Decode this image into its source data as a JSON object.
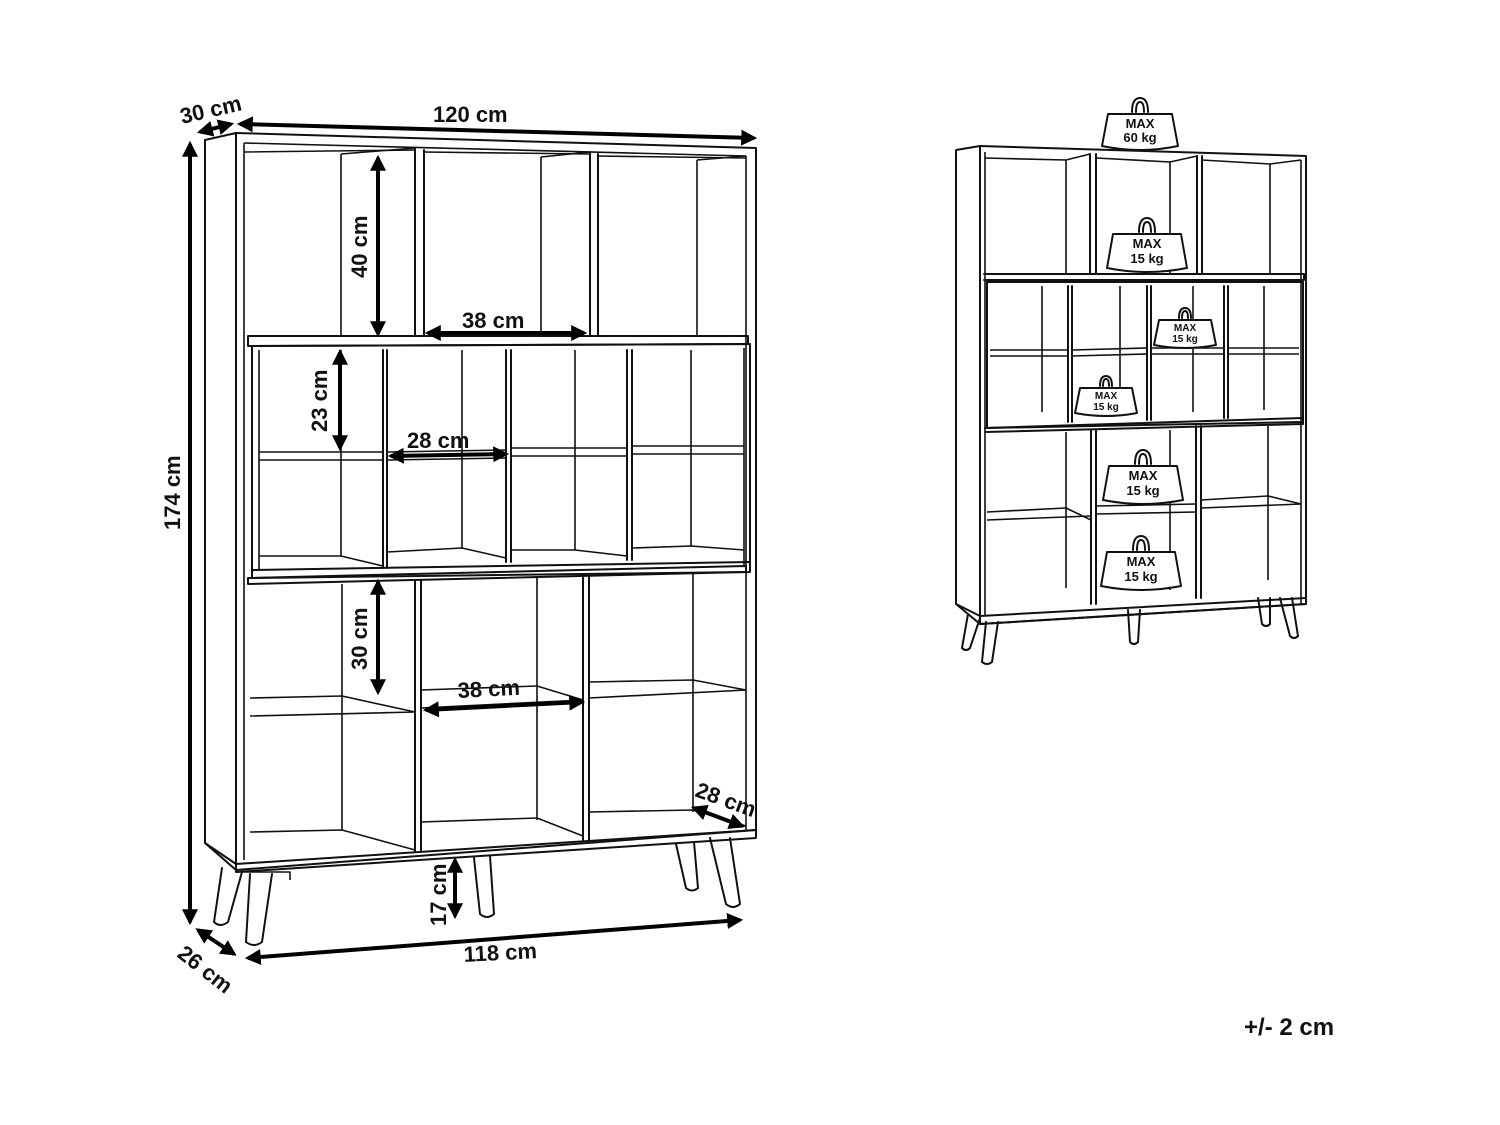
{
  "diagram": {
    "type": "furniture-dimension-drawing",
    "subject": "bookcase with 3 sections and 4 tapered legs",
    "left_view": {
      "dimensions": {
        "depth_top": "30 cm",
        "width_top": "120 cm",
        "height_total": "174 cm",
        "top_compartment_height": "40 cm",
        "top_compartment_width": "38 cm",
        "middle_compartment_height": "23 cm",
        "middle_compartment_width": "28 cm",
        "bottom_compartment_height": "30 cm",
        "bottom_compartment_width": "38 cm",
        "bottom_compartment_depth": "28 cm",
        "leg_height": "17 cm",
        "width_bottom": "118 cm",
        "depth_bottom": "26 cm"
      }
    },
    "right_view": {
      "load_limits": [
        {
          "label": "MAX",
          "value": "60 kg",
          "position": "top"
        },
        {
          "label": "MAX",
          "value": "15 kg",
          "position": "top-section-middle-compartment"
        },
        {
          "label": "MAX",
          "value": "15 kg",
          "position": "middle-section-upper-small-compartment"
        },
        {
          "label": "MAX",
          "value": "15 kg",
          "position": "middle-section-lower-small-compartment"
        },
        {
          "label": "MAX",
          "value": "15 kg",
          "position": "bottom-section-upper-middle-compartment"
        },
        {
          "label": "MAX",
          "value": "15 kg",
          "position": "bottom-section-lower-middle-compartment"
        }
      ]
    },
    "tolerance": "+/- 2 cm"
  }
}
